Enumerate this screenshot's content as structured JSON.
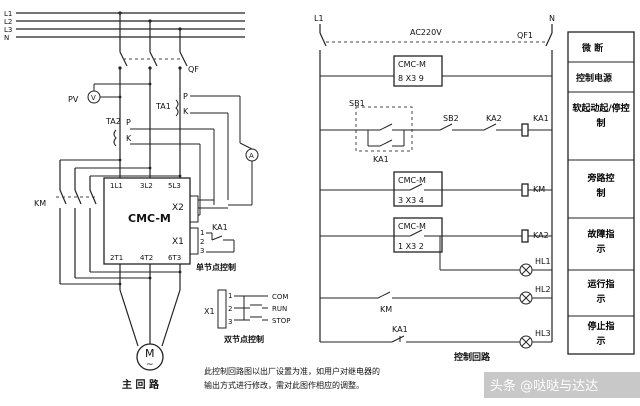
{
  "main_circuit": {
    "bus": [
      "L1",
      "L2",
      "L3",
      "N"
    ],
    "qf": "QF",
    "pv": "PV",
    "ta1": "TA1",
    "ta2": "TA2",
    "p1": "P",
    "k1": "K",
    "p2": "P",
    "k2": "K",
    "ammeter": "A",
    "km": "KM",
    "soft_starter": "CMC-M",
    "in_terms": [
      "1L1",
      "3L2",
      "5L3"
    ],
    "out_terms": [
      "2T1",
      "4T2",
      "6T3"
    ],
    "x2": "X2",
    "x1": "X1",
    "x1_pins": [
      "1",
      "2",
      "3"
    ],
    "ka1": "KA1",
    "single_label": "单节点控制",
    "double_x1": "X1",
    "double_pins": [
      "1",
      "2",
      "3"
    ],
    "double_terms": [
      "COM",
      "RUN",
      "STOP"
    ],
    "double_label": "双节点控制",
    "motor_symbol": "M",
    "motor_phase": "~",
    "title": "主 回 路"
  },
  "control_circuit": {
    "l1": "L1",
    "n": "N",
    "supply": "AC220V",
    "qf1": "QF1",
    "cmc1": "CMC-M",
    "cmc1_pins": "8 X3 9",
    "sb1": "SB1",
    "sb2": "SB2",
    "ka2_contact": "KA2",
    "ka1_coil": "KA1",
    "ka1_contact": "KA1",
    "cmc2": "CMC-M",
    "cmc2_pins": "3 X3 4",
    "km_coil": "KM",
    "cmc3": "CMC-M",
    "cmc3_pins": "1 X3 2",
    "ka2_coil": "KA2",
    "hl1": "HL1",
    "km_contact": "KM",
    "hl2": "HL2",
    "ka1_contact2": "KA1",
    "hl3": "HL3",
    "title": "控制回路"
  },
  "side_table": [
    "微 断",
    "控制电源",
    "软起动起/停控制",
    "旁路控制",
    "故障指示",
    "运行指示",
    "停止指示"
  ],
  "note_line1": "此控制回路图以出厂设置为准，如用户对继电器的",
  "note_line2": "输出方式进行修改，需对此图作相应的调整。",
  "watermark": "头条 @哒哒与达达"
}
